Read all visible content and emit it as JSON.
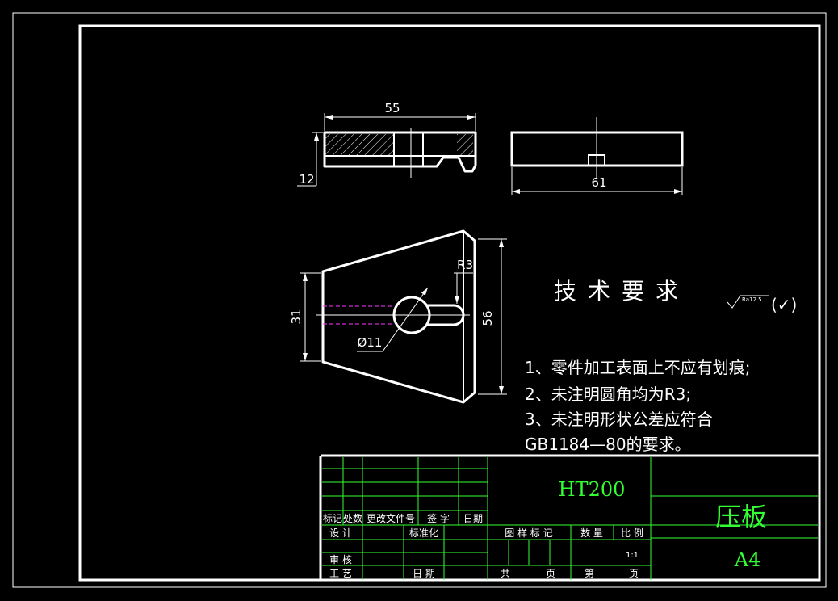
{
  "dimensions": {
    "top_width": "55",
    "top_thickness": "12",
    "side_width": "61",
    "front_height_left": "31",
    "front_height_right": "56",
    "fillet": "R3",
    "hole": "Ø11"
  },
  "tech_requirements": {
    "title": "技术要求",
    "roughness_value": "Ra12.5",
    "roughness_suffix": "(✓)",
    "items": [
      "1、零件加工表面上不应有划痕;",
      "2、未注明圆角均为R3;",
      "3、未注明形状公差应符合",
      "GB1184—80的要求。"
    ]
  },
  "title_block": {
    "material": "HT200",
    "part_name": "压板",
    "sheet_size": "A4",
    "scale_value": "1:1",
    "revision_headers": [
      "标记",
      "处数",
      "更改文件号",
      "签 字",
      "日期"
    ],
    "row_design": "设 计",
    "row_standard": "标准化",
    "row_review": "审 核",
    "row_process": "工 艺",
    "row_date": "日 期",
    "label_drawing_mark": "图 样 标 记",
    "label_quantity": "数 量",
    "label_scale": "比 例",
    "label_total": "共",
    "label_page": "页",
    "label_sheet_no": "第",
    "label_page2": "页"
  },
  "colors": {
    "background": "#000000",
    "line": "#ffffff",
    "table_grid": "#33ff33",
    "center_line": "#ff33ff",
    "text_green": "#33ff33"
  }
}
